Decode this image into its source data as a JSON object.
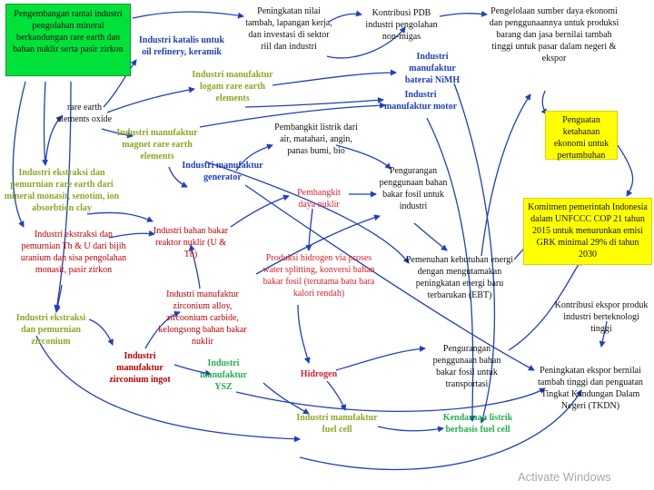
{
  "nodes": {
    "pengembangan": "Pengembangan rantai industri pengolahan mineral berkandungan rare earth dan bahan nuklir serta pasir zirkon",
    "rare_earth_oxide": "rare earth elements oxide",
    "katalis": "Industri katalis untuk oil refinery, keramik",
    "logam_re": "Industri manufaktur logam rare earth elements",
    "magnet_re": "Industri manufaktur magnet rare earth elements",
    "generator": "Industri manufaktur generator",
    "ekstraksi_re": "Industri ekstraksi dan pemurnian rare earth dari mineral monasit, senotim, ion absorbtion clay",
    "bahan_bakar_nuklir": "Industri bahan bakar reaktor nuklir (U & Th)",
    "ekstraksi_th": "Industri ekstraksi dan pemurnian Th & U dari bijih uranium dan sisa pengolahan monasit, pasir zirkon",
    "zirconium_alloy": "Industri manufaktur zirconium alloy, zircoonium carbide, kelongsong bahan bakar nuklir",
    "ekstraksi_zirconium": "Industri ekstraksi dan pemurnian zirconium",
    "zirconium_ingot": "Industri manufaktur zirconium ingot",
    "ysz": "Industri manufaktur YSZ",
    "peningkatan_nilai": "Peningkatan nilai tambah, lapangan kerja, dan investasi di sektor riil dan industri",
    "kontribusi_pdb": "Kontribusi PDB industri pengolahan non-migas",
    "pengelolaan": "Pengelolaan sumber daya ekonomi dan penggunaannya untuk produksi barang dan jasa bernilai tambah tinggi untuk pasar dalam negeri & ekspor",
    "baterai": "Industri manufaktur baterai NiMH",
    "motor": "Industri manufaktur motor",
    "penguatan": "Penguatan ketahanan ekonomi untuk pertumbuhan",
    "pembangkit_listrik": "Pembangkit listrik dari air, matahari, angin, panas bumi, bio",
    "pembangkit_nuklir": "Pembangkit daya nuklir",
    "pengurangan_fosil": "Pengurangan penggunaan bahan bakar fosil untuk industri",
    "komitmen": "Komitmen pemerintah Indonesia dalam UNFCCC COP 21 tahun 2015 untuk menurunkan emisi GRK minimal 29% di tahun 2030",
    "pemenuhan_energi": "Pemenuhan kebutuhan energi dengan mengutamakan peningkatan energi baru terbarukan (EBT)",
    "produksi_hidrogen": "Produksi hidrogen via proses water splitting, konversi bahan bakar fosil (terutama batu bara kalori rendah)",
    "kontribusi_ekspor": "Kontribusi ekspor produk industri berteknologi tinggi",
    "hidrogen": "Hidrogen",
    "pengurangan_transportasi": "Pengurangan penggunaan bahan bakar fosil untuk transportasi",
    "peningkatan_ekspor": "Peningkatan ekspor bernilai tambah tinggi dan penguatan Tingkat Kandungan Dalam Negeri (TKDN)",
    "fuel_cell": "Industri manufaktur fuel cell",
    "kendaraan_listrik": "Kendaraan listrik berbasis fuel cell"
  },
  "watermark": "Activate Windows"
}
